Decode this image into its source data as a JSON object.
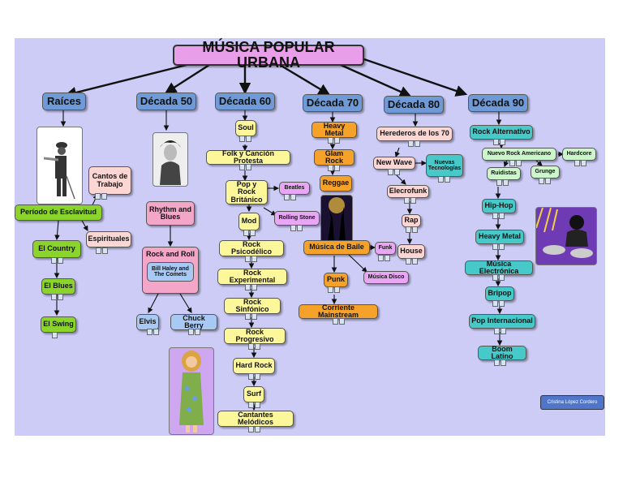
{
  "title": "MÚSICA POPULAR URBANA",
  "decades": {
    "raices": "Raíces",
    "d50": "Década 50",
    "d60": "Década 60",
    "d70": "Década 70",
    "d80": "Década 80",
    "d90": "Década 90"
  },
  "raices": {
    "cantos": "Cantos de Trabajo",
    "esclavitud": "Período de Esclavitud",
    "espirituales": "Espirituales",
    "country": "El Country",
    "blues": "El Blues",
    "swing": "El Swing"
  },
  "d50": {
    "rhythm": "Rhythm and Blues",
    "rock": "Rock and Roll",
    "bill": "Bill Haley and The Comets",
    "elvis": "Elvis",
    "chuck": "Chuck Berry"
  },
  "d60": {
    "soul": "Soul",
    "folk": "Folk y Canción Protesta",
    "pop": "Pop y Rock Británico",
    "beatles": "Beatles",
    "mod": "Mod",
    "rolling": "Rolling Stone",
    "psico": "Rock Psicodélico",
    "exper": "Rock Experimental",
    "sinfo": "Rock Sinfónico",
    "progre": "Rock Progresivo",
    "hard": "Hard Rock",
    "surf": "Surf",
    "cantantes": "Cantantes Melódicos"
  },
  "d70": {
    "heavy": "Heavy Metal",
    "glam": "Glam Rock",
    "reggae": "Reggae",
    "baile": "Música de Baile",
    "funk": "Funk",
    "disco": "Música Disco",
    "punk": "Punk",
    "mainstream": "Corriente Mainstream"
  },
  "d80": {
    "herederos": "Herederos de los 70",
    "newwave": "New Wave",
    "nuevas": "Nuevas Tecnologías",
    "electro": "Elecrofunk",
    "rap": "Rap",
    "house": "House"
  },
  "d90": {
    "alt": "Rock Alternativo",
    "nuevo": "Nuevo Rock Americano",
    "hardcore": "Hardcore",
    "ruidistas": "Ruidistas",
    "grunge": "Grunge",
    "hiphop": "Hip-Hop",
    "heavy": "Heavy Metal",
    "electronica": "Música Electrónica",
    "bripop": "Bripop",
    "popint": "Pop Internacional",
    "boom": "Boom Latino"
  },
  "credit": "Cristina López Cordero",
  "colors": {
    "background": "#ccccf7",
    "title": "#e89ee8",
    "decade": "#6f9ad8",
    "yellow": "#fdf79c",
    "green": "#8ad42b",
    "orange": "#f5a12a",
    "teal": "#47c9c9"
  }
}
